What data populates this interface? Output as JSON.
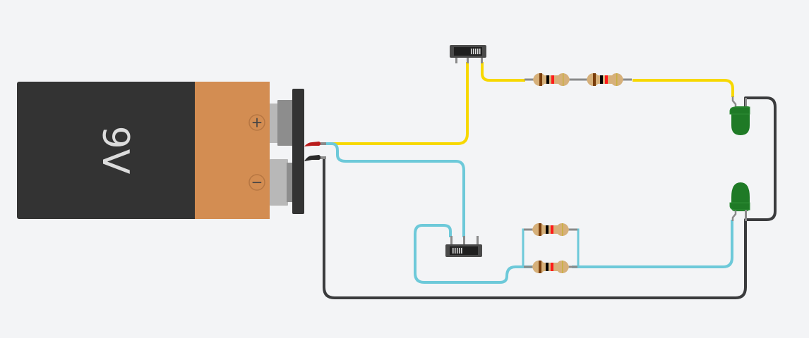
{
  "canvas": {
    "background": "#f3f4f6"
  },
  "battery": {
    "label": "9V",
    "positive_symbol": "+",
    "negative_symbol": "−",
    "body_color": "#333333",
    "cap_color": "#d38d52"
  },
  "wire_colors": {
    "yellow": "#f7d800",
    "cyan": "#6dc9d9",
    "black": "#3a3b3d",
    "red_clip": "#b91c1c",
    "black_clip": "#2a2a2a"
  },
  "led_color": "#1f7a26",
  "resistor": {
    "body_color": "#d6b07a",
    "bands": [
      "#7a3e0c",
      "#000000",
      "#ff1a1a",
      "#c8b040"
    ]
  },
  "components": {
    "switches": [
      "slide-switch-top",
      "slide-switch-bottom"
    ],
    "resistors": [
      "resistor-top-1",
      "resistor-top-2",
      "resistor-parallel-upper",
      "resistor-parallel-lower"
    ],
    "leds": [
      "led-upper",
      "led-lower"
    ]
  }
}
